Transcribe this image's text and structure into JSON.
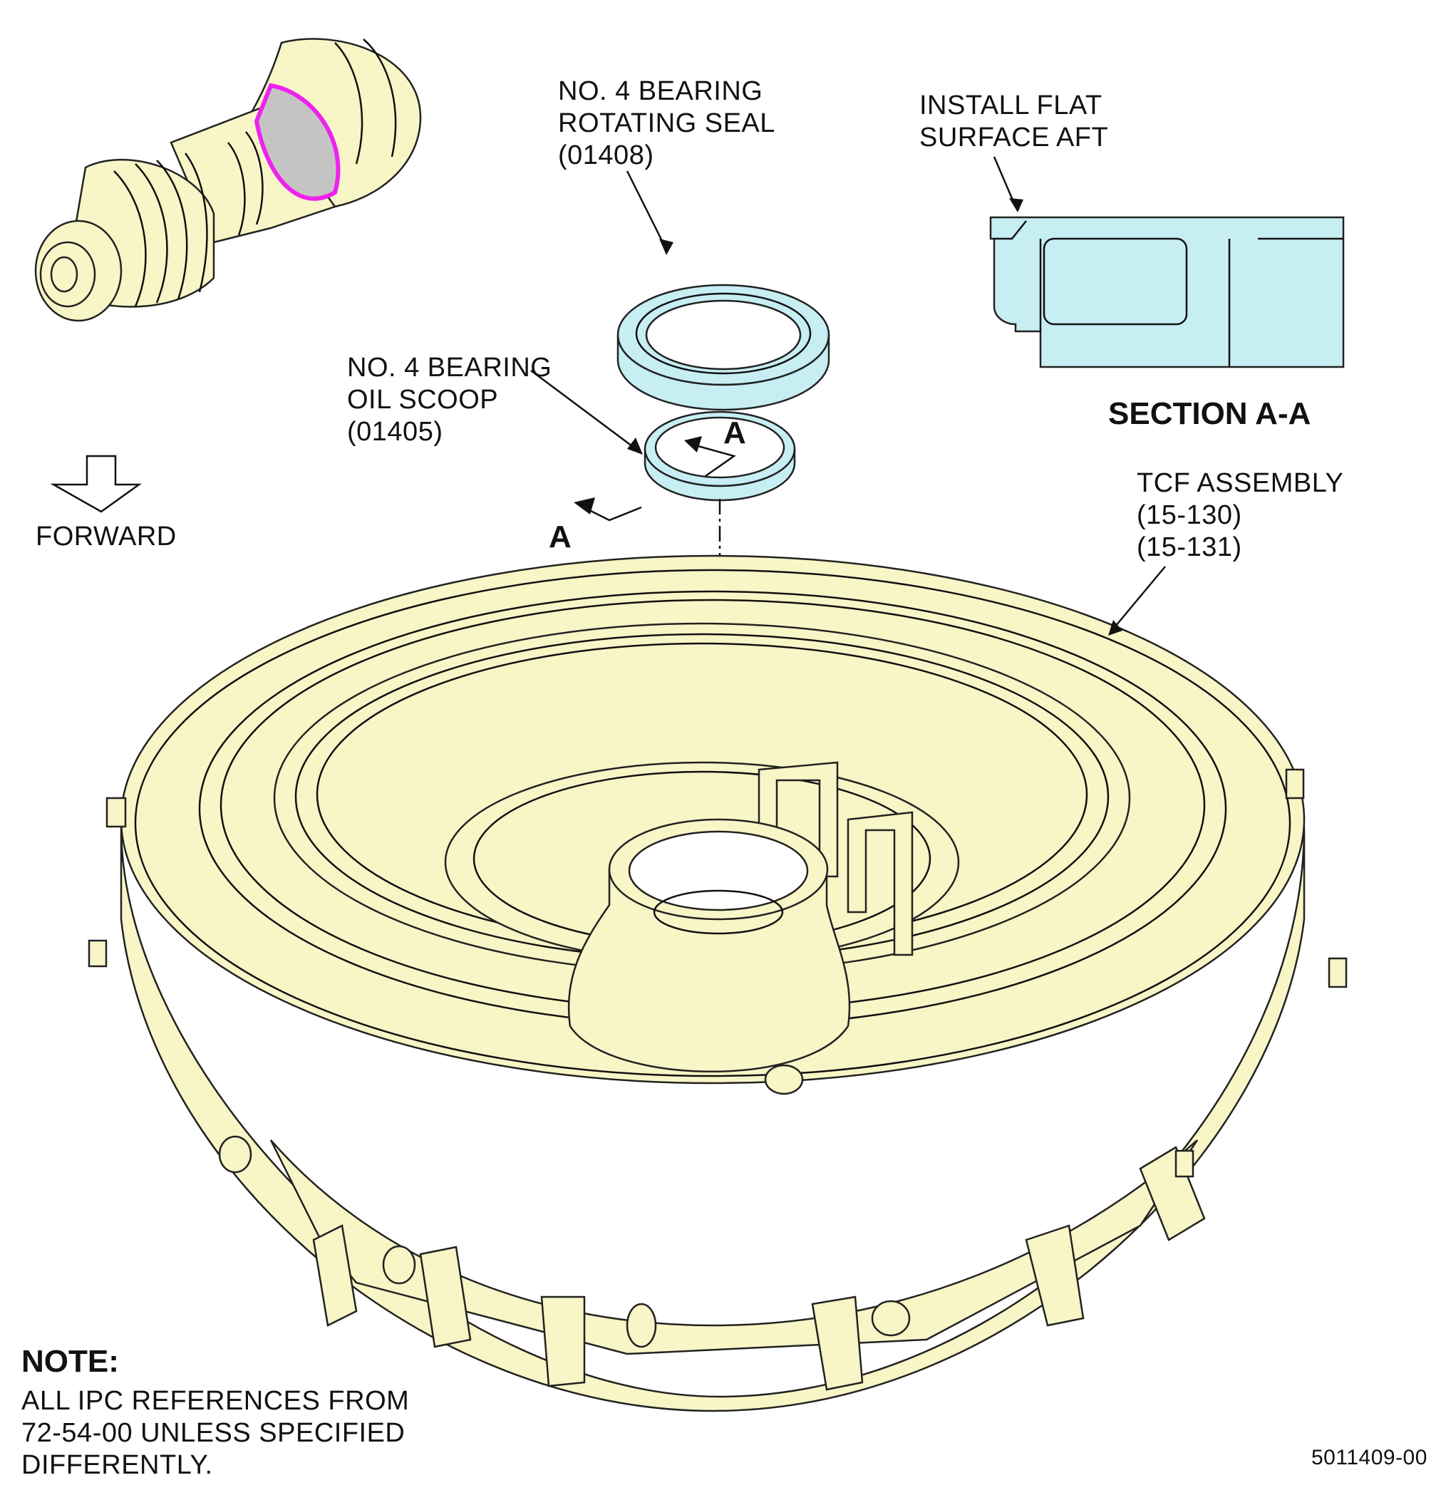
{
  "labels": {
    "rotating_seal": [
      "NO. 4 BEARING",
      "ROTATING SEAL",
      "(01408)"
    ],
    "install_flat": [
      "INSTALL FLAT",
      "SURFACE AFT"
    ],
    "oil_scoop": [
      "NO. 4 BEARING",
      "OIL SCOOP",
      "(01405)"
    ],
    "section_title": "SECTION A-A",
    "section_marker": "A",
    "tcf_assembly": [
      "TCF ASSEMBLY",
      "(15-130)",
      "(15-131)"
    ],
    "forward": "FORWARD",
    "note_title": "NOTE:",
    "note_body": [
      "ALL IPC REFERENCES FROM",
      "72-54-00 UNLESS SPECIFIED",
      "DIFFERENTLY."
    ],
    "figure_id": "5011409-00"
  },
  "colors": {
    "part_fill": "#f8f5c6",
    "seal_fill": "#c6eef3",
    "highlight_ring": "#ee22ee",
    "highlight_fill": "#c4c4c4",
    "line": "#111111"
  }
}
